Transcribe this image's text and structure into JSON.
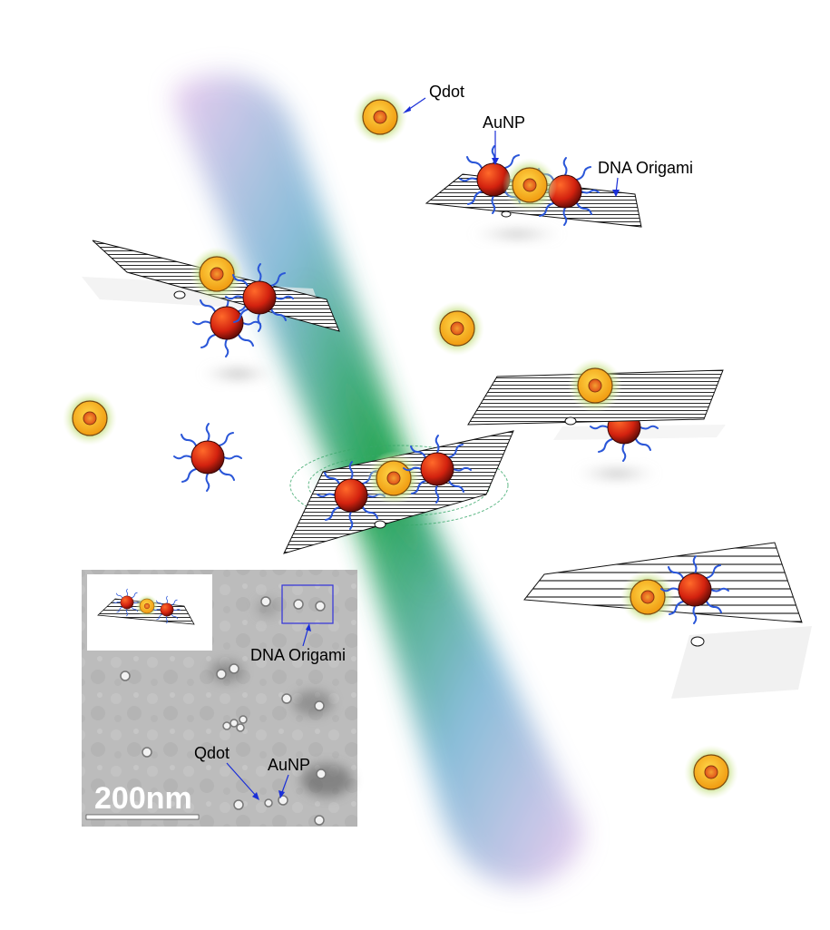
{
  "labels": {
    "qdot_top": "Qdot",
    "aunp_top": "AuNP",
    "origami_top": "DNA Origami",
    "origami_inset": "DNA Origami",
    "qdot_inset": "Qdot",
    "aunp_inset": "AuNP",
    "scale_bar": "200nm"
  },
  "colors": {
    "beam_core": "#1aa24a",
    "beam_edge": "#e8c8ef",
    "qdot_halo": "#c8e08a",
    "qdot_shell": "#f6b21b",
    "qdot_core": "#e8641c",
    "aunp": "#d3220f",
    "ligand": "#2a56d8",
    "label_arrow": "#1a2fd8",
    "tem_background": "#b9b9b9"
  }
}
